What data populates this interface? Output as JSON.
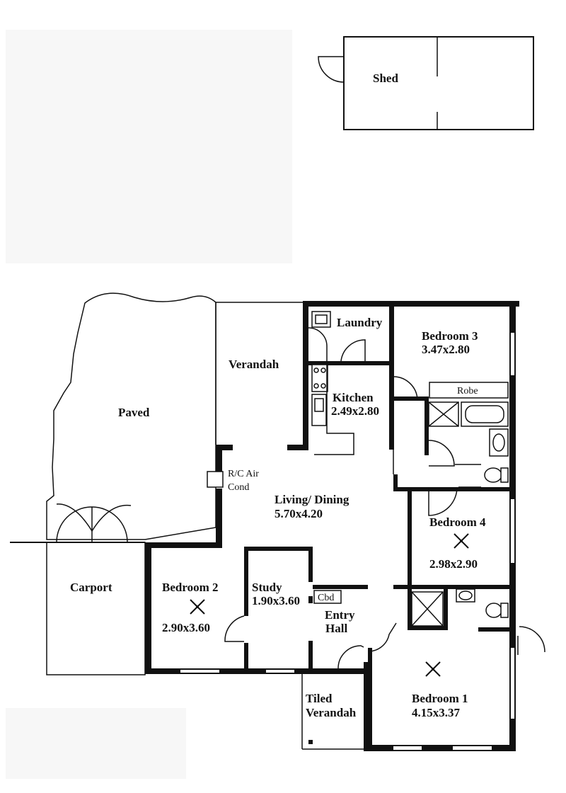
{
  "rooms": {
    "shed": {
      "name": "Shed"
    },
    "laundry": {
      "name": "Laundry"
    },
    "bedroom3": {
      "name": "Bedroom 3",
      "size": "3.47x2.80"
    },
    "robe": {
      "name": "Robe"
    },
    "verandah": {
      "name": "Verandah"
    },
    "kitchen": {
      "name": "Kitchen",
      "size": "2.49x2.80"
    },
    "paved": {
      "name": "Paved"
    },
    "aircond": {
      "line1": "R/C Air",
      "line2": "Cond"
    },
    "living": {
      "name": "Living/ Dining",
      "size": "5.70x4.20"
    },
    "bedroom4": {
      "name": "Bedroom 4",
      "size": "2.98x2.90"
    },
    "carport": {
      "name": "Carport"
    },
    "bedroom2": {
      "name": "Bedroom 2",
      "size": "2.90x3.60"
    },
    "study": {
      "name": "Study",
      "size": "1.90x3.60"
    },
    "cbd": {
      "name": "Cbd"
    },
    "entry": {
      "line1": "Entry",
      "line2": "Hall"
    },
    "tiled_verandah": {
      "line1": "Tiled",
      "line2": "Verandah"
    },
    "bedroom1": {
      "name": "Bedroom 1",
      "size": "4.15x3.37"
    }
  },
  "icons": [
    "ceiling-fan-icon",
    "toilet-icon",
    "bathtub-icon",
    "shower-icon",
    "washbasin-icon",
    "stove-icon",
    "sink-icon",
    "laundry-tub-icon"
  ]
}
